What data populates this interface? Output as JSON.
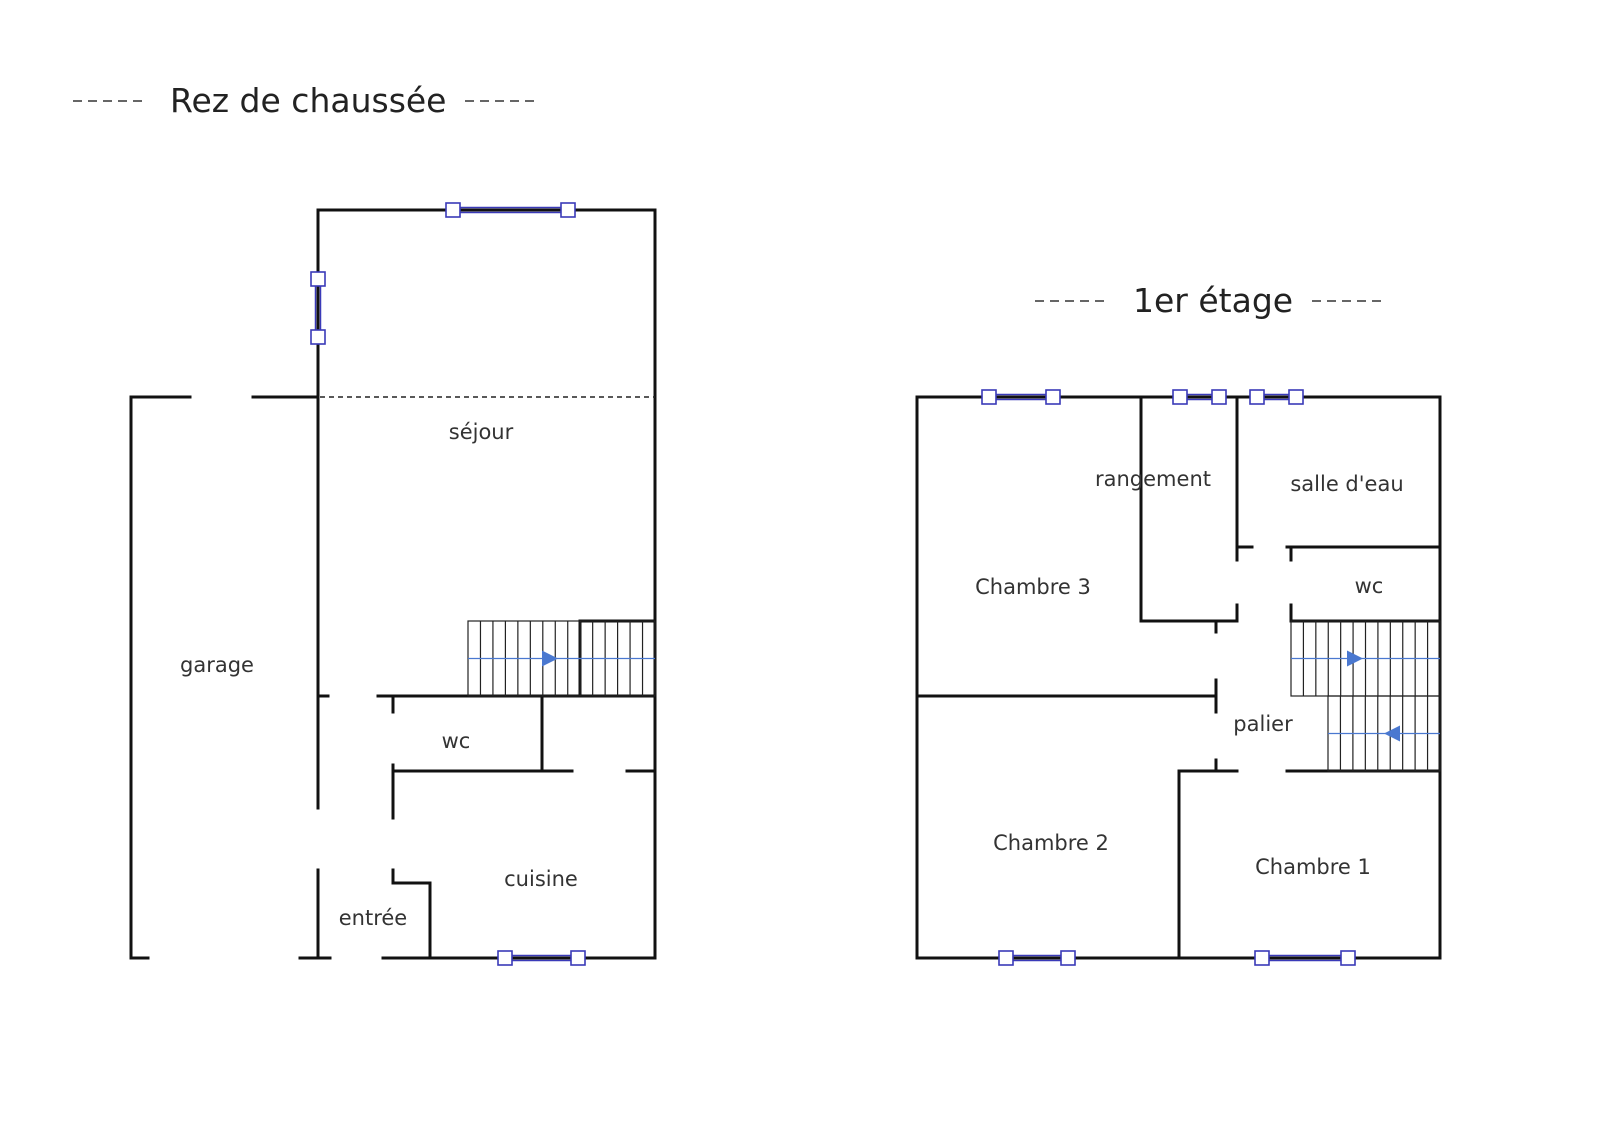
{
  "ground_floor": {
    "title": "Rez de chaussée",
    "rooms": {
      "sejour": "séjour",
      "garage": "garage",
      "wc": "wc",
      "cuisine": "cuisine",
      "entree": "entrée"
    }
  },
  "first_floor": {
    "title": "1er étage",
    "rooms": {
      "rangement": "rangement",
      "salle_deau": "salle d'eau",
      "wc": "wc",
      "chambre3": "Chambre 3",
      "palier": "palier",
      "chambre2": "Chambre 2",
      "chambre1": "Chambre 1"
    }
  },
  "colors": {
    "wall": "#111111",
    "window": "#3a3ab8",
    "stair_arrow": "#4a78d0"
  }
}
